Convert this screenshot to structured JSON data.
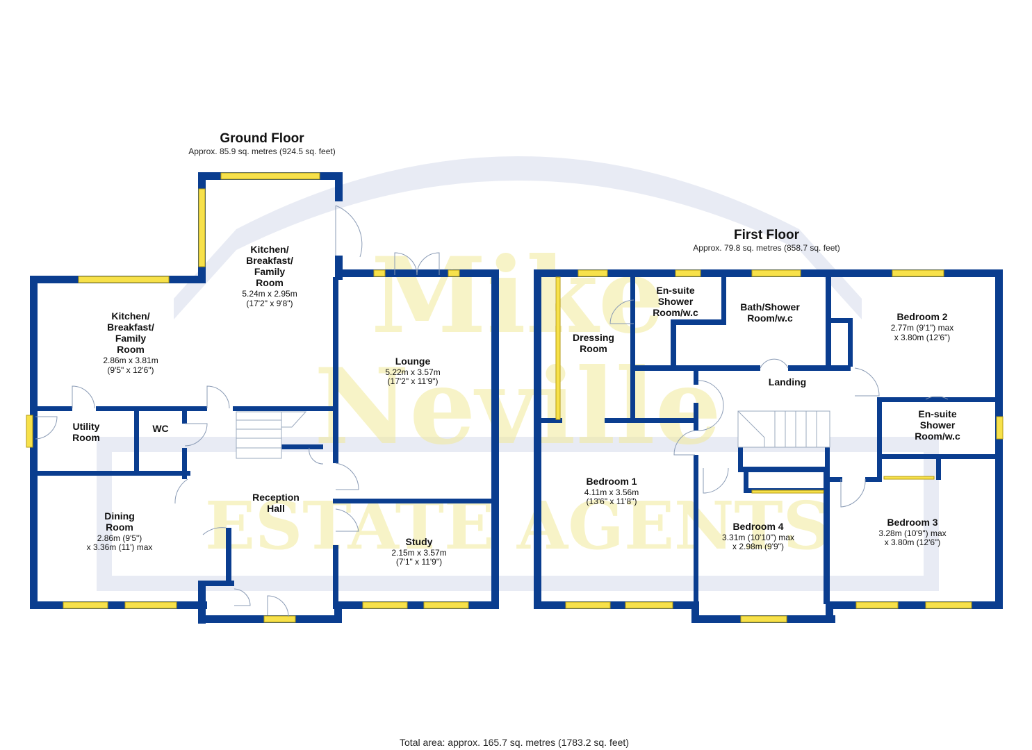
{
  "watermark": {
    "line1": "Mike",
    "line2": "Neville",
    "line3": "ESTATE AGENTS",
    "color": "#1a3f8f",
    "letter_color": "#f5e96b"
  },
  "colors": {
    "wall": "#0a3d8f",
    "window": "#f7e14a",
    "door_arc": "#8a9bb5"
  },
  "ground_floor": {
    "title": "Ground Floor",
    "area": "Approx. 85.9 sq. metres (924.5 sq. feet)",
    "rooms": {
      "kitchen_left": {
        "name": [
          "Kitchen/",
          "Breakfast/",
          "Family",
          "Room"
        ],
        "dims": [
          "2.86m x 3.81m",
          "(9'5\" x 12'6\")"
        ]
      },
      "kitchen_top": {
        "name": [
          "Kitchen/",
          "Breakfast/",
          "Family",
          "Room"
        ],
        "dims": [
          "5.24m x 2.95m",
          "(17'2\" x 9'8\")"
        ]
      },
      "lounge": {
        "name": [
          "Lounge"
        ],
        "dims": [
          "5.22m x 3.57m",
          "(17'2\" x 11'9\")"
        ]
      },
      "utility": {
        "name": [
          "Utility",
          "Room"
        ]
      },
      "wc": {
        "name": [
          "WC"
        ]
      },
      "reception": {
        "name": [
          "Reception",
          "Hall"
        ]
      },
      "dining": {
        "name": [
          "Dining",
          "Room"
        ],
        "dims": [
          "2.86m (9'5\")",
          "x 3.36m (11') max"
        ]
      },
      "study": {
        "name": [
          "Study"
        ],
        "dims": [
          "2.15m x 3.57m",
          "(7'1\" x 11'9\")"
        ]
      }
    }
  },
  "first_floor": {
    "title": "First Floor",
    "area": "Approx. 79.8 sq. metres (858.7 sq. feet)",
    "rooms": {
      "dressing": {
        "name": [
          "Dressing",
          "Room"
        ]
      },
      "ensuite1": {
        "name": [
          "En-suite",
          "Shower",
          "Room/w.c"
        ]
      },
      "bath": {
        "name": [
          "Bath/Shower",
          "Room/w.c"
        ]
      },
      "bedroom2": {
        "name": [
          "Bedroom 2"
        ],
        "dims": [
          "2.77m (9'1\") max",
          "x 3.80m (12'6\")"
        ]
      },
      "landing": {
        "name": [
          "Landing"
        ]
      },
      "ensuite2": {
        "name": [
          "En-suite",
          "Shower",
          "Room/w.c"
        ]
      },
      "bedroom1": {
        "name": [
          "Bedroom 1"
        ],
        "dims": [
          "4.11m x 3.56m",
          "(13'6\" x 11'8\")"
        ]
      },
      "bedroom4": {
        "name": [
          "Bedroom 4"
        ],
        "dims": [
          "3.31m (10'10\") max",
          "x 2.98m (9'9\")"
        ]
      },
      "bedroom3": {
        "name": [
          "Bedroom 3"
        ],
        "dims": [
          "3.28m (10'9\") max",
          "x 3.80m (12'6\")"
        ]
      }
    }
  },
  "total_area": "Total area: approx. 165.7 sq. metres (1783.2 sq. feet)"
}
